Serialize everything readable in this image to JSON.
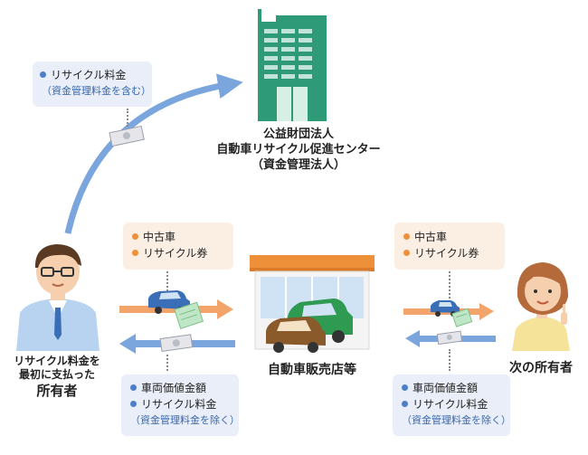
{
  "recycling_center": {
    "line1": "公益財団法人",
    "line2": "自動車リサイクル促進センター",
    "line3": "（資金管理法人）"
  },
  "payment_box": {
    "item": "リサイクル料金",
    "sub": "（資金管理料金を含む）"
  },
  "first_owner": {
    "line1": "リサイクル料金を",
    "line2": "最初に支払った",
    "line3": "所有者"
  },
  "dealer": {
    "label": "自動車販売店等"
  },
  "next_owner": {
    "label": "次の所有者"
  },
  "left_top_box": {
    "item1": "中古車",
    "item2": "リサイクル券"
  },
  "right_top_box": {
    "item1": "中古車",
    "item2": "リサイクル券"
  },
  "left_bottom_box": {
    "item1": "車両価値金額",
    "item2": "リサイクル料金",
    "sub": "（資金管理料金を除く）"
  },
  "right_bottom_box": {
    "item1": "車両価値金額",
    "item2": "リサイクル料金",
    "sub": "（資金管理料金を除く）"
  },
  "colors": {
    "blue_arrow": "#7ba6dd",
    "orange_arrow": "#f2a46a",
    "building": "#2f9a78",
    "shop_roof": "#ee8f3a",
    "green_car": "#2f9a52",
    "brown_car": "#8a5a2b",
    "blue_car": "#3a6fb8"
  },
  "icons": [
    "office-building-icon",
    "car-dealer-shop-icon",
    "male-owner-icon",
    "female-owner-icon",
    "car-icon",
    "recycling-ticket-icon",
    "money-icon"
  ]
}
